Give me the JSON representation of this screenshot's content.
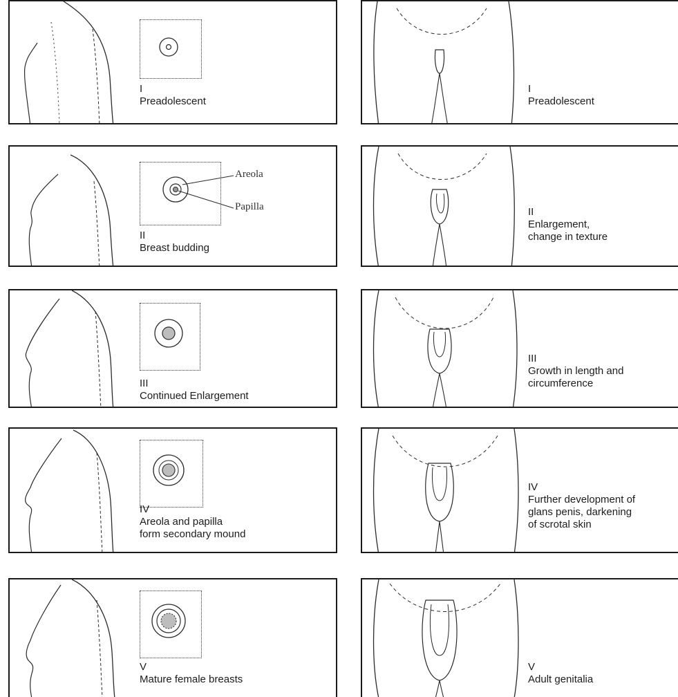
{
  "female": [
    {
      "stage": "I",
      "description": "Preadolescent",
      "ring": 0
    },
    {
      "stage": "II",
      "description": "Breast budding",
      "ring": 1
    },
    {
      "stage": "III",
      "description": "Continued Enlargement",
      "ring": 2
    },
    {
      "stage": "IV",
      "description": "Areola and papilla\nform secondary mound",
      "ring": 3
    },
    {
      "stage": "V",
      "description": "Mature female breasts",
      "ring": 4
    }
  ],
  "male": [
    {
      "stage": "I",
      "description": "Preadolescent"
    },
    {
      "stage": "II",
      "description": "Enlargement,\nchange in texture"
    },
    {
      "stage": "III",
      "description": "Growth in length and\ncircumference"
    },
    {
      "stage": "IV",
      "description": "Further development of\nglans penis, darkening\nof scrotal skin"
    },
    {
      "stage": "V",
      "description": "Adult genitalia"
    }
  ],
  "annotations": {
    "areola": "Areola",
    "papilla": "Papilla"
  },
  "colors": {
    "line": "#2a2a2a",
    "areola_fill": "#bdbdbd",
    "panel_border": "#1a1a1a"
  }
}
